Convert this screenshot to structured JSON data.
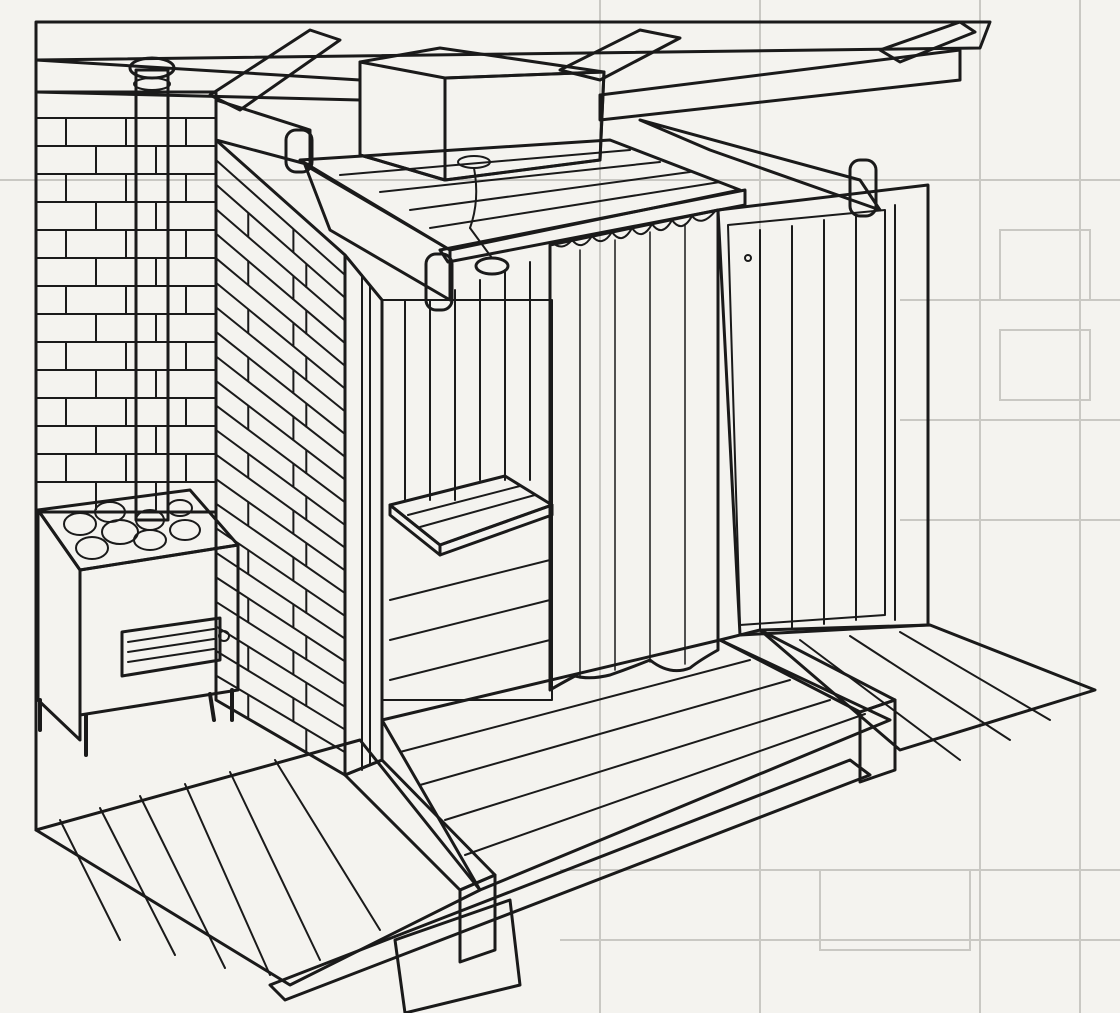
{
  "scene": {
    "kind": "line-drawing",
    "subject": "sauna-shower-cabin-cutaway",
    "colors": {
      "paper": "#f4f3ef",
      "ink": "#1a1a1a",
      "ghost_lines": "#c9c8c3",
      "tank_shade": "#6b6b6b"
    },
    "elements": [
      "roof-rafters",
      "water-tank",
      "shower-head",
      "chimney-pipe",
      "sauna-stove",
      "stove-stones",
      "stove-firebox-door",
      "brick-wall-back",
      "brick-wall-partition",
      "shower-curtain",
      "bench-slats",
      "cabin-door",
      "floor-boards",
      "floor-beams"
    ]
  }
}
